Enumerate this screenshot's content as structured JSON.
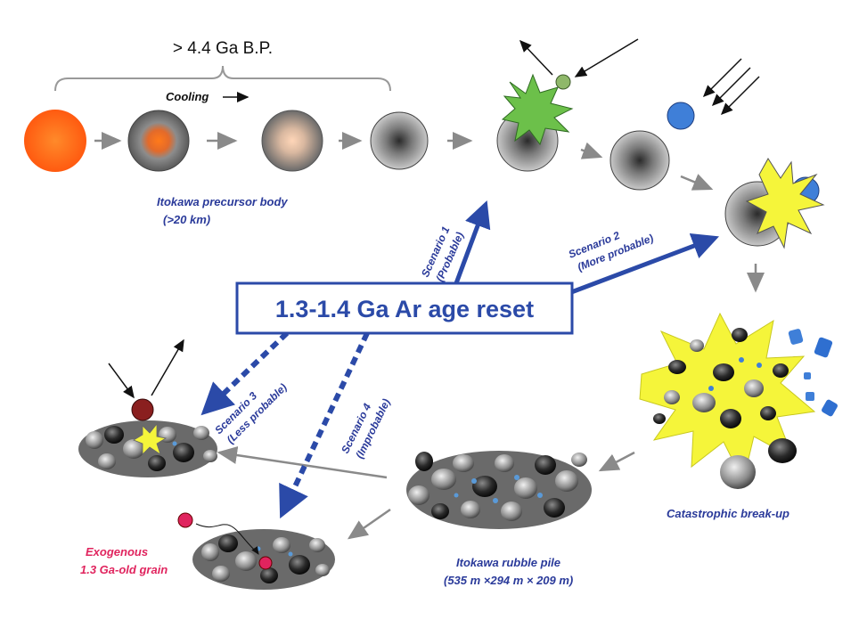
{
  "labels": {
    "time_bracket": "> 4.4 Ga B.P.",
    "cooling": "Cooling",
    "precursor_line1": "Itokawa precursor body",
    "precursor_line2": "(>20 km)",
    "main_event": "1.3-1.4 Ga Ar age reset",
    "scenario1_line1": "Scenario 1",
    "scenario1_line2": "(Probable)",
    "scenario2_line1": "Scenario 2",
    "scenario2_line2": "(More probable)",
    "scenario3_line1": "Scenario 3",
    "scenario3_line2": "(Less probable)",
    "scenario4_line1": "Scenario 4",
    "scenario4_line2": "(Improbable)",
    "breakup": "Catastrophic break-up",
    "rubble_line1": "Itokawa rubble pile",
    "rubble_line2": "(535 m ×294 m × 209 m)",
    "exogenous_line1": "Exogenous",
    "exogenous_line2": "1.3 Ga-old grain"
  },
  "colors": {
    "label_blue": "#2a3a9a",
    "exogenous_pink": "#e0245e",
    "arrow_blue": "#2b4aa8",
    "arrow_gray": "#8a8a8a",
    "hot_core": "#ff6a1a",
    "impact_green": "#6cc04a",
    "impact_yellow": "#f5f53a",
    "impactor_blue": "#3f7fd8",
    "impactor_brown": "#8a1f1f"
  }
}
